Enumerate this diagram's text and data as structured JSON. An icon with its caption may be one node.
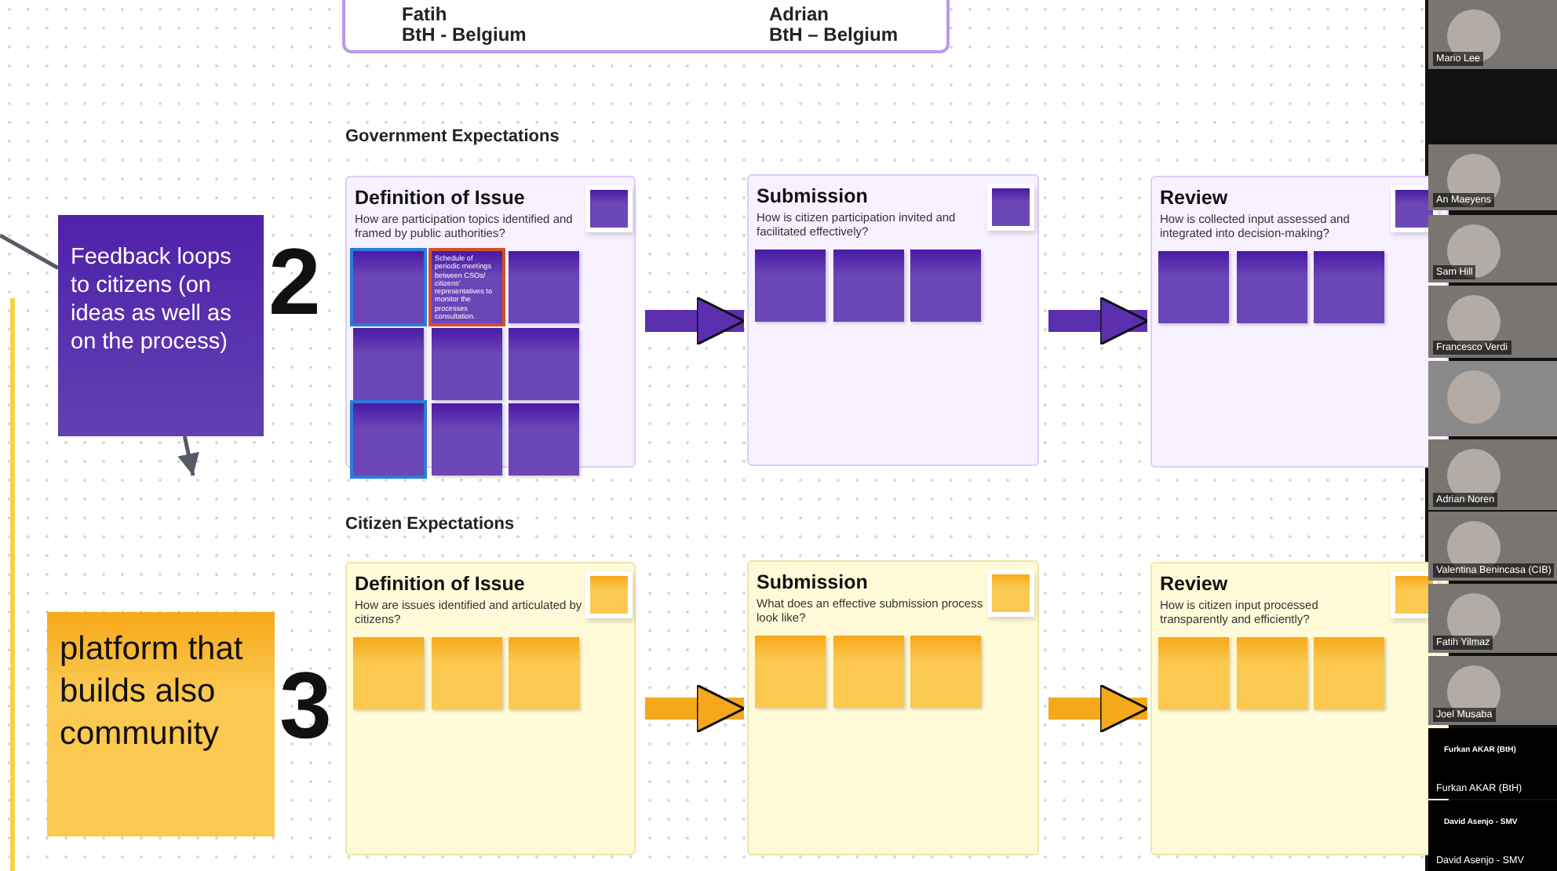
{
  "diagram": {
    "nodes": [
      {
        "text": [
          "Fatih",
          "BtH - Belgium",
          "Adrian",
          "BtH – Belgium"
        ]
      },
      {
        "text": [
          "Feedback loops to citizens (on ideas as well as on the process)"
        ]
      },
      {
        "text": [
          "platform that builds also community"
        ]
      },
      {
        "text": [
          "Definition of Issue",
          "How are participation topics identified and framed by public authorities?"
        ]
      },
      {
        "text": [],
        "shape": "box",
        "in": 3
      },
      {
        "text": [],
        "shape": "box",
        "in": 3
      },
      {
        "text": [
          "Schedule of periodic meetings between CSOs/ citizens' representatives to monitor the processes consultation."
        ],
        "in": 3
      },
      {
        "text": [],
        "shape": "box",
        "in": 3
      },
      {
        "text": [],
        "shape": "box",
        "in": 3
      },
      {
        "text": [],
        "shape": "box",
        "in": 3
      },
      {
        "text": [],
        "shape": "box",
        "in": 3
      },
      {
        "text": [],
        "shape": "box",
        "in": 3
      },
      {
        "text": [],
        "shape": "box",
        "in": 3
      },
      {
        "text": [],
        "shape": "box",
        "in": 3
      },
      {
        "text": [
          "Submission",
          "How is citizen participation invited and facilitated effectively?"
        ]
      },
      {
        "text": [],
        "shape": "box",
        "in": 14
      },
      {
        "text": [],
        "shape": "box",
        "in": 14
      },
      {
        "text": [],
        "shape": "box",
        "in": 14
      },
      {
        "text": [],
        "shape": "box",
        "in": 14
      },
      {
        "text": [
          "Review",
          "How is collected input assessed and integrated into decision-making?"
        ]
      },
      {
        "text": [],
        "shape": "box",
        "in": 19
      },
      {
        "text": [],
        "shape": "box",
        "in": 19
      },
      {
        "text": [],
        "shape": "box",
        "in": 19
      },
      {
        "text": [],
        "shape": "box",
        "in": 19
      },
      {
        "text": [
          "Definition of Issue",
          "How are issues identified and articulated by citizens?"
        ]
      },
      {
        "text": [],
        "shape": "box",
        "in": 24
      },
      {
        "text": [],
        "shape": "box",
        "in": 24
      },
      {
        "text": [],
        "shape": "box",
        "in": 24
      },
      {
        "text": [],
        "shape": "box",
        "in": 24
      },
      {
        "text": [
          "Submission",
          "What does an effective submission process look like?"
        ]
      },
      {
        "text": [],
        "shape": "box",
        "in": 29
      },
      {
        "text": [],
        "shape": "box",
        "in": 29
      },
      {
        "text": [],
        "shape": "box",
        "in": 29
      },
      {
        "text": [],
        "shape": "box",
        "in": 29
      },
      {
        "text": [
          "Review",
          "How is citizen input processed transparently and efficiently?"
        ]
      },
      {
        "text": [],
        "shape": "box",
        "in": 34
      },
      {
        "text": [],
        "shape": "box",
        "in": 34
      },
      {
        "text": [],
        "shape": "box",
        "in": 34
      },
      {
        "text": [],
        "shape": "box",
        "in": 34
      },
      {
        "text": [
          "Mario Lee"
        ]
      },
      {
        "text": [
          "An Maeyens"
        ]
      },
      {
        "text": [
          "Sam Hill"
        ]
      },
      {
        "text": [
          "Francesco Verdi"
        ]
      },
      {
        "text": [],
        "shape": "picture"
      },
      {
        "text": [
          "Adrian Noren"
        ]
      },
      {
        "text": [
          "Valentina Benincasa (CIB)"
        ]
      },
      {
        "text": [
          "Fatih Yilmaz"
        ]
      },
      {
        "text": [
          "Joel Musaba"
        ]
      },
      {
        "text": [
          "Furkan AKAR (BtH)",
          "Furkan AKAR (BtH)"
        ]
      },
      {
        "text": [
          "David Asenjo - SMV",
          "David Asenjo - SMV"
        ]
      }
    ],
    "edges": [
      {
        "from": null,
        "to": 1,
        "arrow": "none",
        "color": "#555b66"
      },
      {
        "from": 1,
        "to": null,
        "arrow": "to",
        "color": "#555b66"
      },
      {
        "from": 3,
        "to": 14,
        "arrow": "to",
        "color": "#5b2fb0"
      },
      {
        "from": 14,
        "to": 19,
        "arrow": "to",
        "color": "#5b2fb0"
      },
      {
        "from": 24,
        "to": 29,
        "arrow": "to",
        "color": "#f5a81c"
      },
      {
        "from": 29,
        "to": 34,
        "arrow": "to",
        "color": "#f5a81c"
      }
    ],
    "labels": [
      "Government Expectations",
      "2",
      "Citizen Expectations",
      "3"
    ]
  }
}
